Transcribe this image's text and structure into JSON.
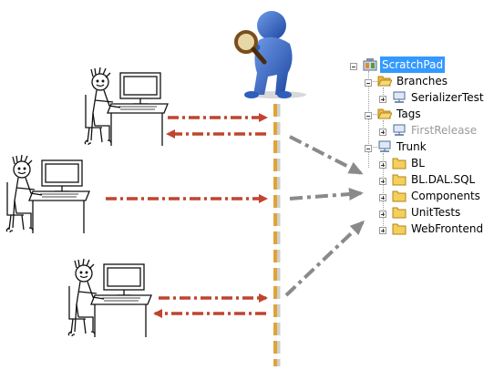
{
  "repository_tree": {
    "root": {
      "label": "ScratchPad",
      "icon": "repository-icon"
    },
    "nodes": [
      {
        "label": "Branches",
        "icon": "open-folder-icon",
        "expander": "minus"
      },
      {
        "label": "SerializerTest",
        "icon": "server-icon",
        "expander": "plus"
      },
      {
        "label": "Tags",
        "icon": "open-folder-icon",
        "expander": "minus"
      },
      {
        "label": "FirstRelease",
        "icon": "server-icon",
        "expander": "plus"
      },
      {
        "label": "Trunk",
        "icon": "server-icon",
        "expander": "minus"
      },
      {
        "label": "BL",
        "icon": "folder-icon",
        "expander": "plus"
      },
      {
        "label": "BL.DAL.SQL",
        "icon": "folder-icon",
        "expander": "plus"
      },
      {
        "label": "Components",
        "icon": "folder-icon",
        "expander": "plus"
      },
      {
        "label": "UnitTests",
        "icon": "folder-icon",
        "expander": "plus"
      },
      {
        "label": "WebFrontend",
        "icon": "folder-icon",
        "expander": "plus"
      }
    ]
  },
  "colors": {
    "arrow_red": "#c0442e",
    "arrow_grey": "#8a8a8a",
    "divider": "#e0a434",
    "selected": "#3399ff",
    "figure_blue": "#2f5fb8",
    "folder": "#f4cf5a"
  },
  "figures": [
    {
      "name": "developer-1",
      "icon": "developer-at-desk-sketch"
    },
    {
      "name": "developer-2",
      "icon": "developer-at-desk-sketch"
    },
    {
      "name": "developer-3",
      "icon": "developer-at-desk-sketch"
    },
    {
      "name": "inspector",
      "icon": "inspector-with-magnifier"
    }
  ]
}
